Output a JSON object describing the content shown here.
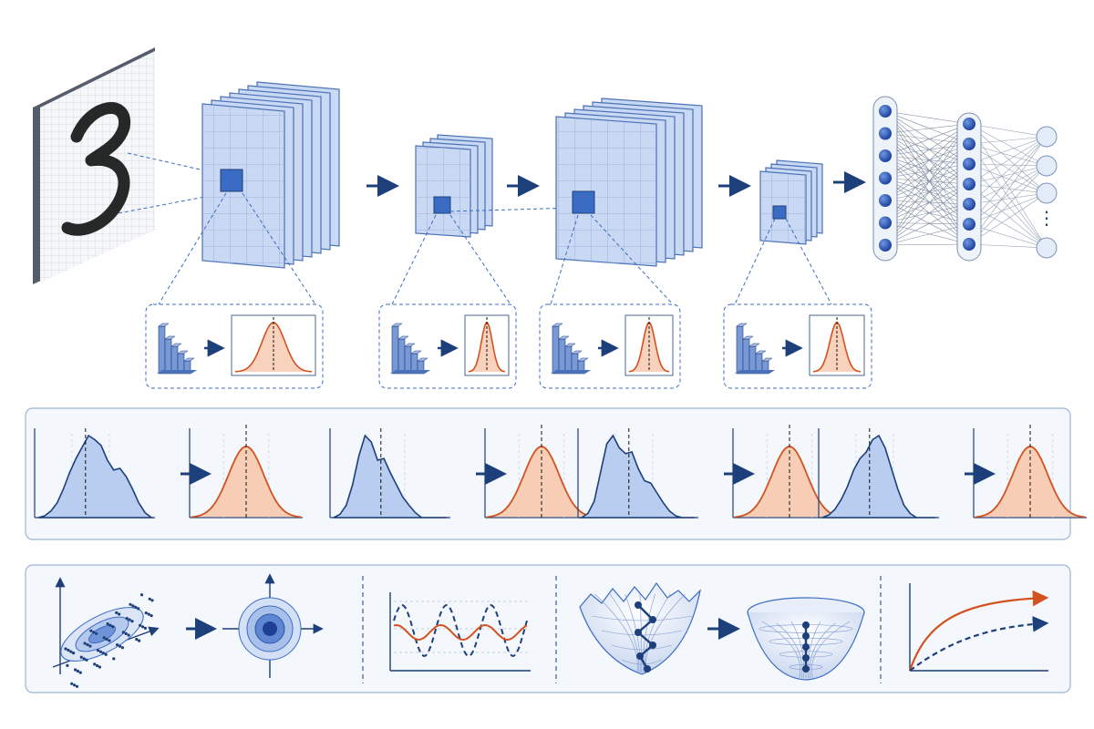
{
  "digit": {
    "label": "3"
  },
  "colors": {
    "blue_dark": "#1d3f7a",
    "blue_mid": "#3b6cc4",
    "blue_light": "#c7d7f2",
    "blue_fill": "#b8cdef",
    "orange": "#d2531f",
    "orange_fill": "#f7cdb5",
    "panel_bg": "#f4f7fc",
    "panel_border": "#9fb4d6"
  },
  "icons": {
    "flow_arrow": "right-arrow-icon",
    "histogram": "bar-histogram-icon",
    "gaussian": "bell-curve-icon"
  },
  "network": {
    "input_layer_neurons": 7,
    "hidden_layer_neurons": 7,
    "output_nodes_visible": 4,
    "ellipsis": "⋮"
  }
}
